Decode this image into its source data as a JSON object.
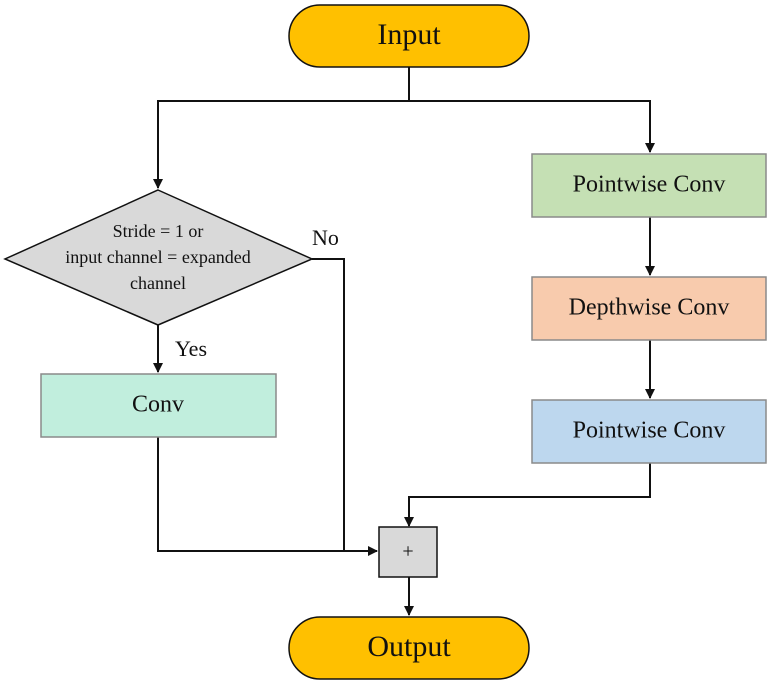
{
  "nodes": {
    "input": {
      "label": "Input",
      "fill": "#FFC000"
    },
    "pointwise_conv_1": {
      "label": "Pointwise Conv",
      "fill": "#C5E0B4"
    },
    "depthwise_conv": {
      "label": "Depthwise Conv",
      "fill": "#F8CBAD"
    },
    "pointwise_conv_2": {
      "label": "Pointwise Conv",
      "fill": "#BDD7EE"
    },
    "decision": {
      "lines": [
        "Stride = 1 or",
        "input channel = expanded",
        "channel"
      ],
      "fill": "#D9D9D9"
    },
    "conv": {
      "label": "Conv",
      "fill": "#C1EEDD"
    },
    "add": {
      "label": "+",
      "fill": "#D9D9D9"
    },
    "output": {
      "label": "Output",
      "fill": "#FFC000"
    }
  },
  "edge_labels": {
    "yes": "Yes",
    "no": "No"
  }
}
